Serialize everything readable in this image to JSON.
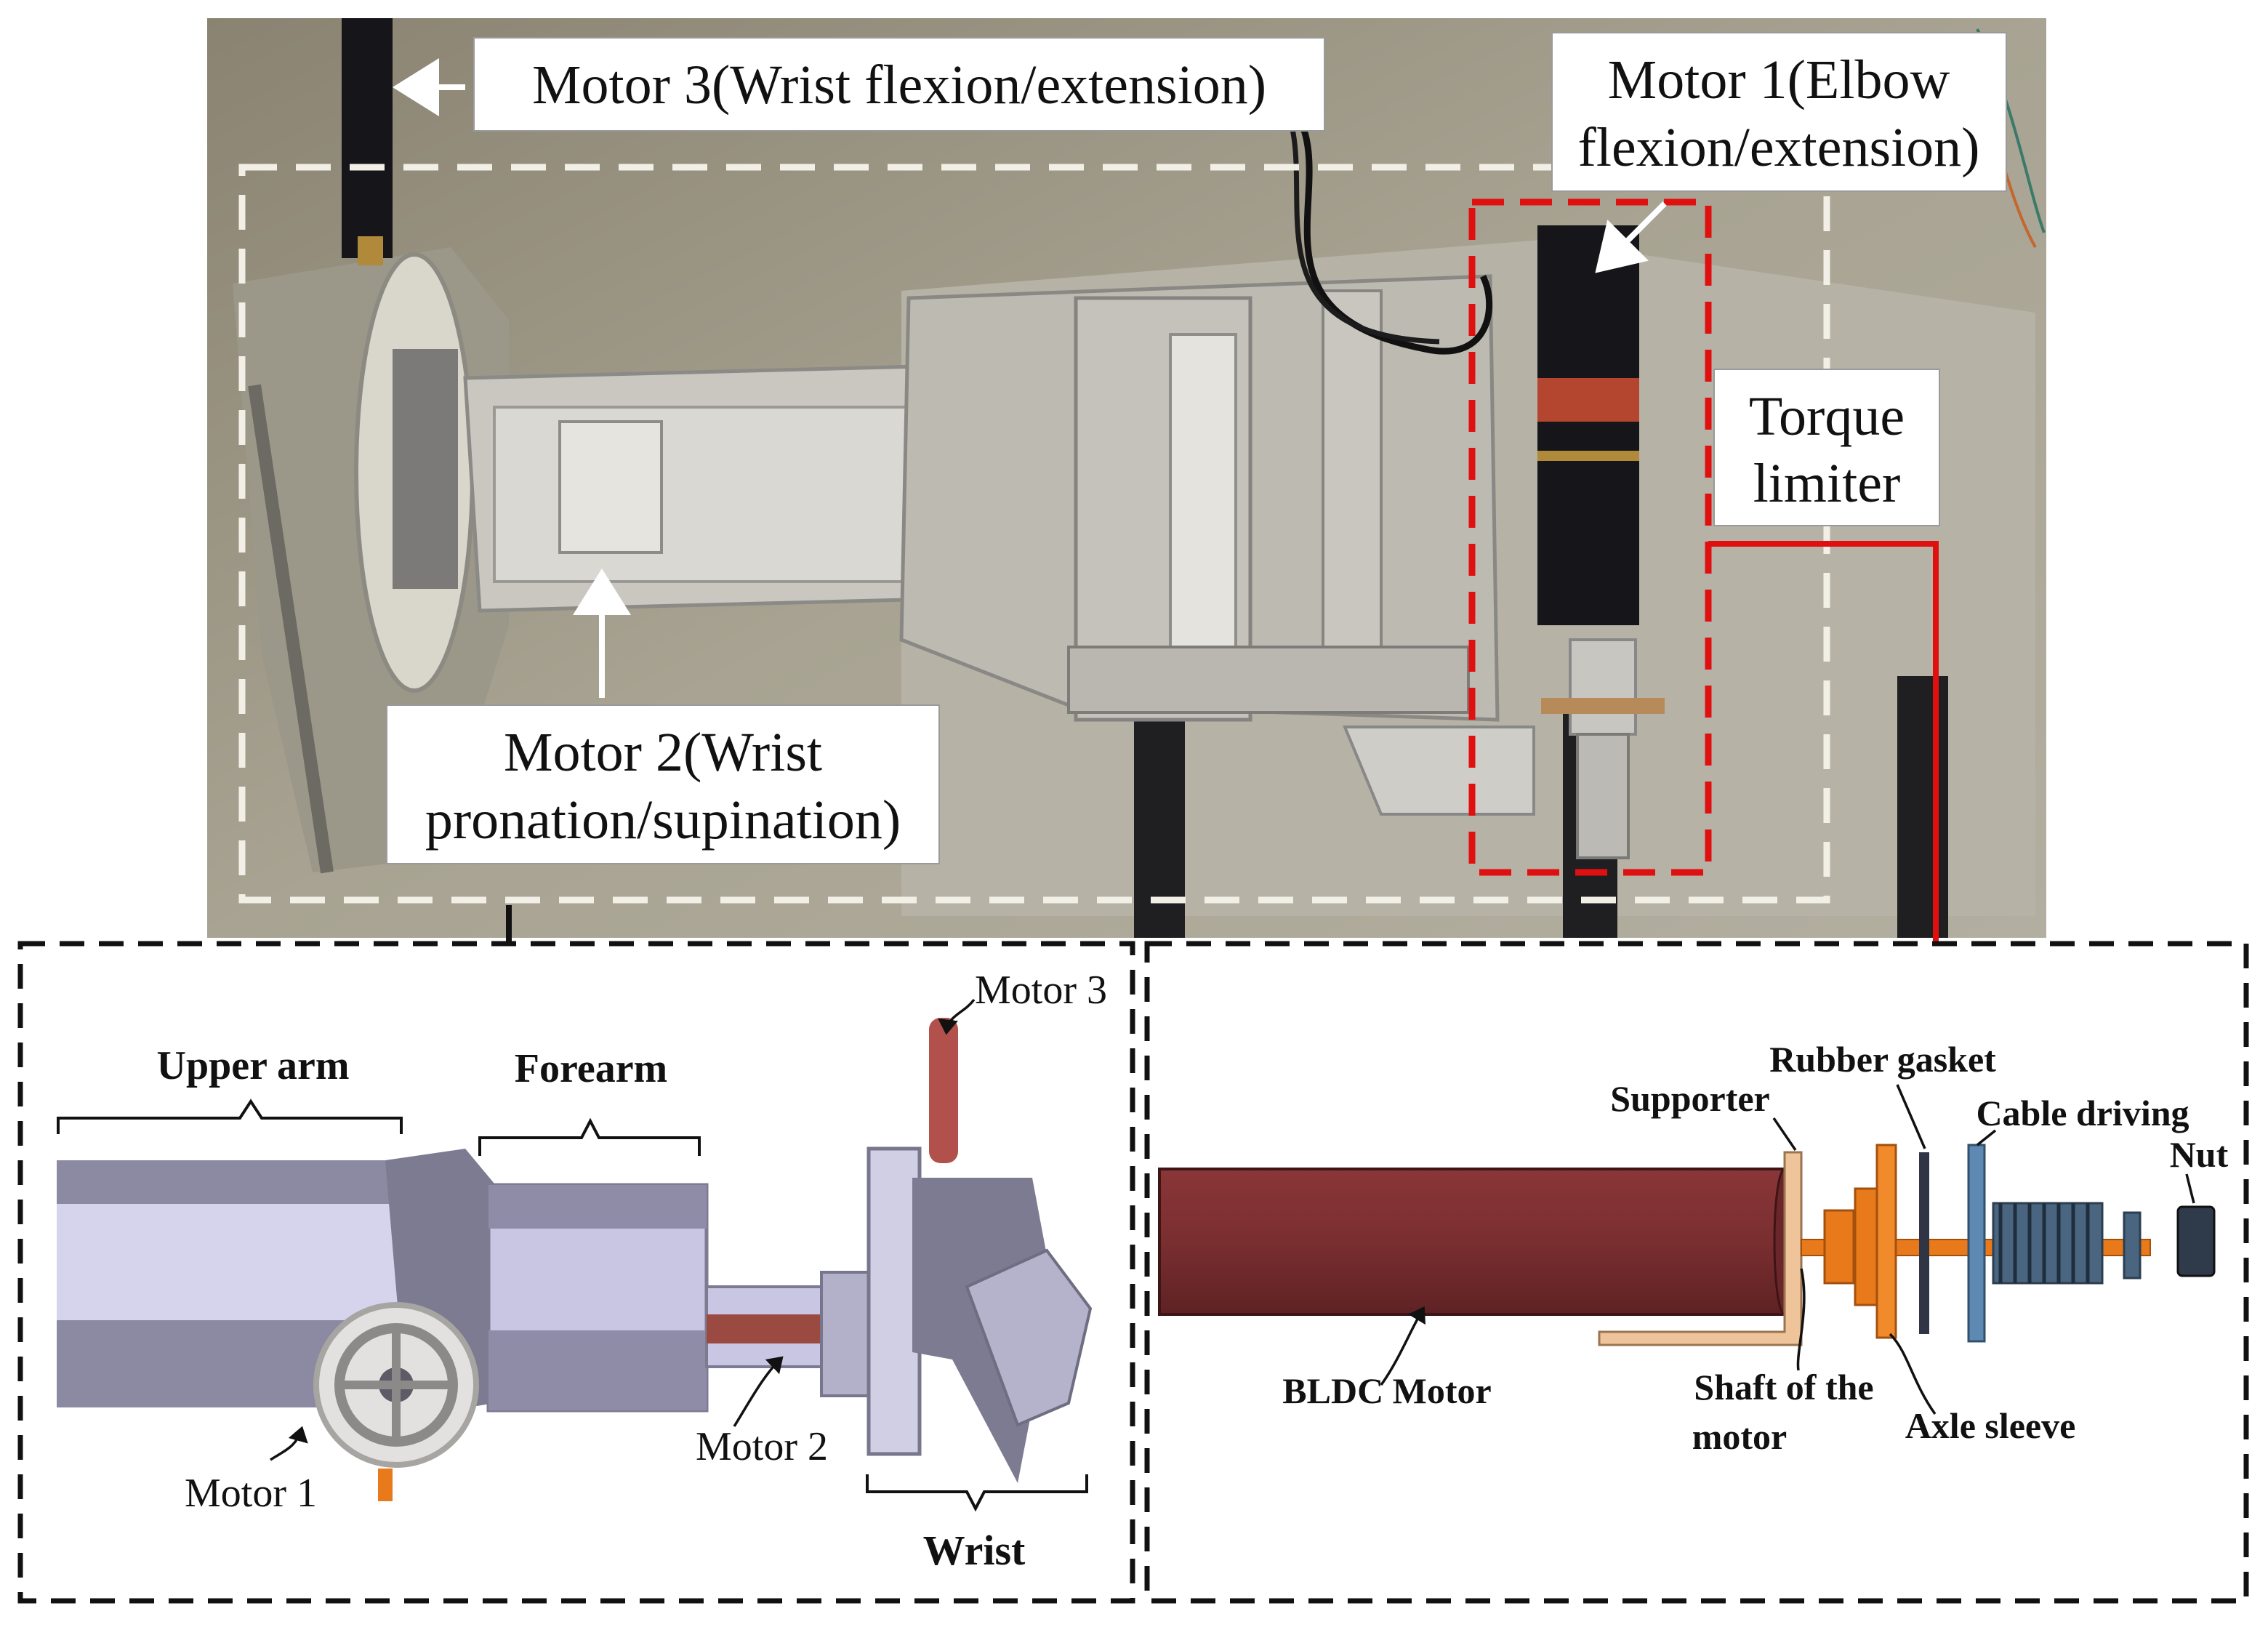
{
  "photo_labels": {
    "motor3": "Motor 3(Wrist flexion/extension)",
    "motor1_line1": "Motor 1(Elbow",
    "motor1_line2": "flexion/extension)",
    "torque_line1": "Torque",
    "torque_line2": "limiter",
    "motor2_line1": "Motor 2(Wrist",
    "motor2_line2": "pronation/supination)"
  },
  "cad_left": {
    "upper_arm": "Upper arm",
    "forearm": "Forearm",
    "motor3": "Motor 3",
    "motor1": "Motor 1",
    "motor2": "Motor 2",
    "wrist": "Wrist"
  },
  "cad_right": {
    "rubber_gasket": "Rubber gasket",
    "supporter": "Supporter",
    "cable_driving": "Cable driving",
    "nut": "Nut",
    "bldc_motor": "BLDC Motor",
    "shaft_line1": "Shaft of the",
    "shaft_line2": "motor",
    "axle_sleeve": "Axle sleeve"
  },
  "colors": {
    "red_highlight": "#e01010",
    "dashed_white": "#f2f0e6",
    "motor_brown": "#7a2e30",
    "orange_parts": "#e87a1c",
    "cad_lavender": "#b8b4d8",
    "cad_gray": "#7c7b92"
  }
}
